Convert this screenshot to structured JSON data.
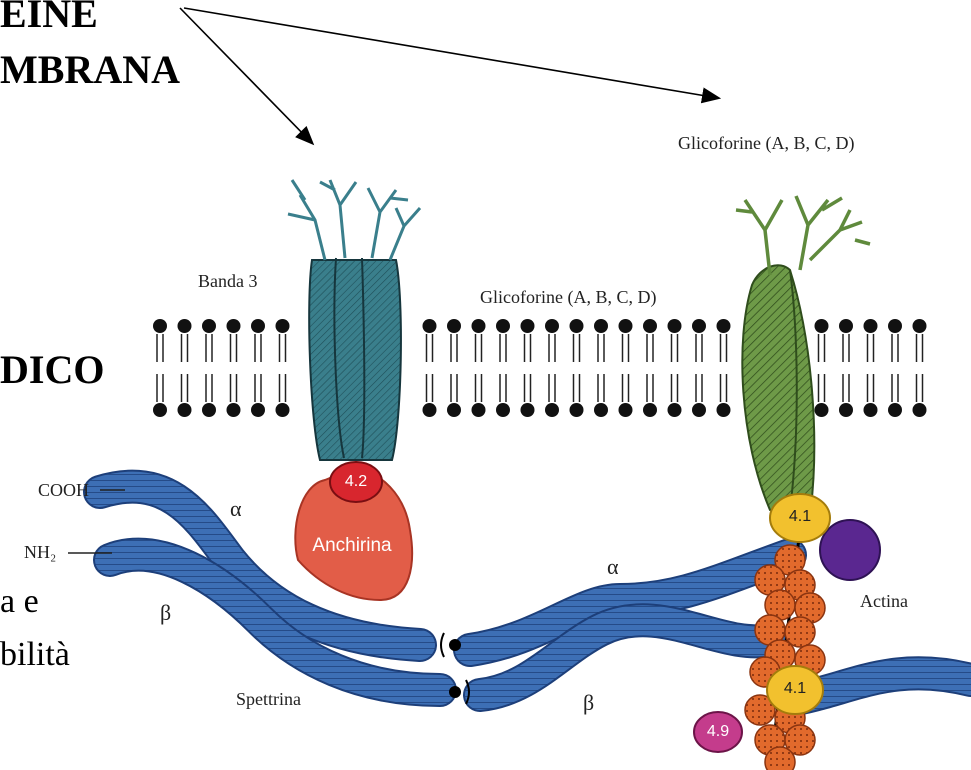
{
  "heading": {
    "line1": "EINE",
    "line2": "MBRANA",
    "line3": "DICO"
  },
  "body_text": {
    "line1": "a e",
    "line2": "bilità"
  },
  "labels": {
    "glicoforine_top": "Glicoforine (A, B, C, D)",
    "glicoforine_mid": "Glicoforine (A, B, C, D)",
    "banda3": "Banda 3",
    "anchirina": "Anchirina",
    "spettrina": "Spettrina",
    "actina": "Actina",
    "cooh": "COOH",
    "nh2": "NH₂",
    "alpha": "α",
    "beta": "β",
    "p42": "4.2",
    "p41": "4.1",
    "p49": "4.9"
  },
  "colors": {
    "spectrin": "#3d6fb5",
    "band3": "#3a7f8c",
    "glycophorin": "#5f8a3c",
    "ankyrin": "#e25d48",
    "p42": "#d8262e",
    "p41": "#f2c12e",
    "p49": "#c43c8c",
    "purple": "#5a2790",
    "actin": "#e26a2c",
    "lipid": "#111111"
  }
}
